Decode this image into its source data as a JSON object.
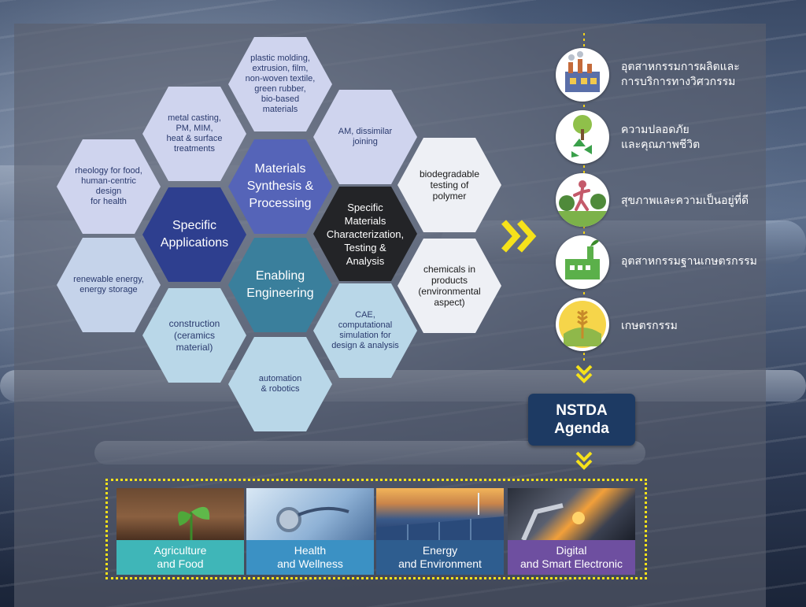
{
  "hexagons": {
    "plastic": "plastic molding,\nextrusion, film,\nnon-woven textile,\ngreen rubber,\nbio-based materials",
    "metal": "metal casting,\nPM, MIM,\nheat & surface\ntreatments",
    "am": "AM, dissimilar\njoining",
    "rheology": "rheology for food,\nhuman-centric design\nfor health",
    "materials": "Materials\nSynthesis &\nProcessing",
    "biodegradable": "biodegradable\ntesting of\npolymer",
    "specific_apps": "Specific\nApplications",
    "characterization": "Specific\nMaterials\nCharacterization,\nTesting &\nAnalysis",
    "renewable": "renewable energy,\nenergy storage",
    "enabling": "Enabling\nEngineering",
    "chemicals": "chemicals in\nproducts\n(environmental\naspect)",
    "construction": "construction\n(ceramics material)",
    "cae": "CAE,\ncomputational\nsimulation for\ndesign & analysis",
    "automation": "automation\n& robotics"
  },
  "sectors": [
    {
      "label": "อุตสาหกรรมการผลิตและ\nการบริการทางวิศวกรรม",
      "icon": "factory-icon"
    },
    {
      "label": "ความปลอดภัย\nและคุณภาพชีวิต",
      "icon": "recycle-tree-icon"
    },
    {
      "label": "สุขภาพและความเป็นอยู่ที่ดี",
      "icon": "jogging-person-icon"
    },
    {
      "label": "อุตสาหกรรมฐานเกษตรกรรม",
      "icon": "green-factory-icon"
    },
    {
      "label": "เกษตรกรรม",
      "icon": "wheat-icon"
    }
  ],
  "agenda": "NSTDA\nAgenda",
  "focus_areas": [
    {
      "label": "Agriculture\nand Food",
      "color": "#3fb6b8"
    },
    {
      "label": "Health\nand Wellness",
      "color": "#3b91c4"
    },
    {
      "label": "Energy\nand Environment",
      "color": "#2e5d8f"
    },
    {
      "label": "Digital\nand Smart Electronic",
      "color": "#6e4fa0"
    }
  ],
  "colors": {
    "accent_yellow": "#f6e21a",
    "agenda_navy": "#1d3a63"
  }
}
